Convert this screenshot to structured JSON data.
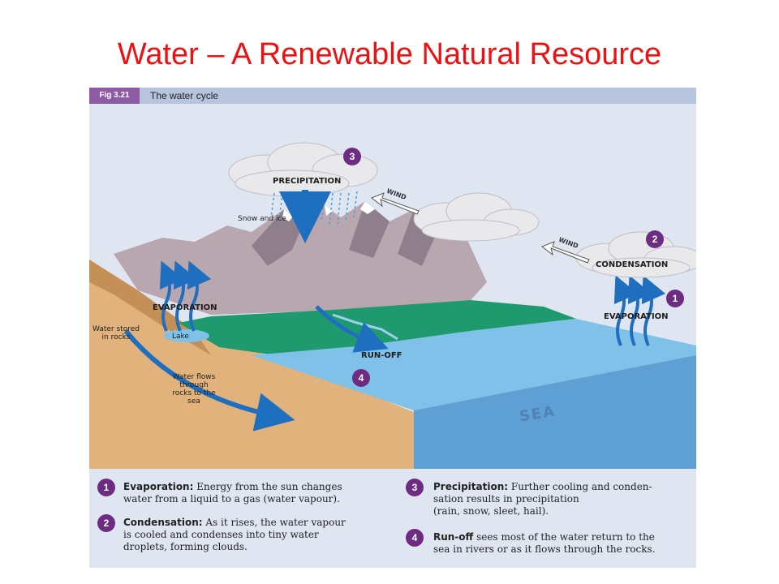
{
  "slide": {
    "title": "Water – A Renewable Natural Resource"
  },
  "figure": {
    "number": "Fig 3.21",
    "title": "The water cycle"
  },
  "labels": {
    "precipitation": "PRECIPITATION",
    "snow_ice": "Snow and ice",
    "wind1": "WIND",
    "wind2": "WIND",
    "condensation": "CONDENSATION",
    "evaporation_left": "EVAPORATION",
    "evaporation_right": "EVAPORATION",
    "lake": "Lake",
    "water_stored": "Water stored in rocks",
    "water_flows": "Water flows through rocks to the sea",
    "runoff": "RUN-OFF",
    "sea": "SEA"
  },
  "badges": {
    "b1": "1",
    "b2": "2",
    "b3": "3",
    "b4": "4"
  },
  "captions": [
    {
      "num": "1",
      "term": "Evaporation:",
      "text_l1": "Energy from the sun changes",
      "text_l2": "water from a liquid to a gas (water vapour)."
    },
    {
      "num": "2",
      "term": "Condensation:",
      "text_l1": "As it rises, the water vapour",
      "text_l2": "is cooled and condenses into tiny water",
      "text_l3": "droplets, forming clouds."
    },
    {
      "num": "3",
      "term": "Precipitation:",
      "text_l1": "Further cooling and conden-",
      "text_l2": "sation results in precipitation",
      "text_l3": "(rain, snow, sleet, hail)."
    },
    {
      "num": "4",
      "term": "Run-off",
      "text_l1": "sees most of the water return to the",
      "text_l2": "sea in rivers or as it flows through the rocks."
    }
  ],
  "colors": {
    "title": "#ee1111",
    "badge": "#6e2b82",
    "sea": "#7fc1e9",
    "land": "#1f9a6e",
    "rock": "#e1b07a"
  }
}
